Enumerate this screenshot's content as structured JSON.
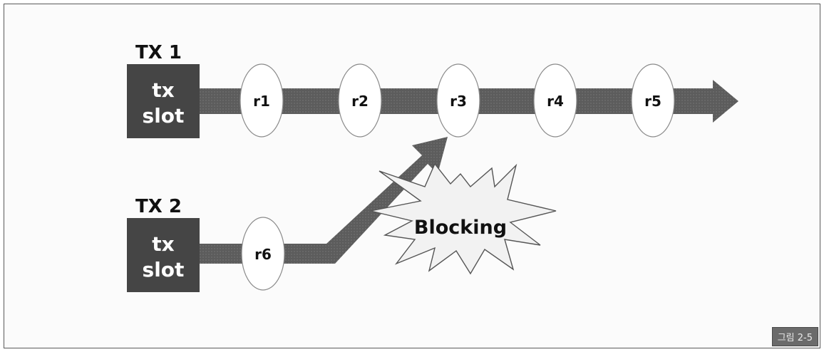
{
  "tx1": {
    "label": "TX 1",
    "slot_line1": "tx",
    "slot_line2": "slot"
  },
  "tx2": {
    "label": "TX 2",
    "slot_line1": "tx",
    "slot_line2": "slot"
  },
  "nodes": {
    "r1": "r1",
    "r2": "r2",
    "r3": "r3",
    "r4": "r4",
    "r5": "r5",
    "r6": "r6"
  },
  "blocking_label": "Blocking",
  "caption": "그림 2-5",
  "colors": {
    "arrow": "#5a5a5a",
    "slot": "#4a4a4a",
    "node_fill": "#ffffff",
    "burst_fill": "#f2f2f2"
  }
}
